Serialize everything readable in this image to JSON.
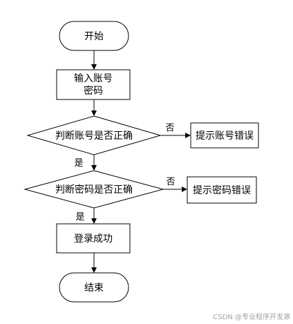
{
  "nodes": {
    "start": "开始",
    "input_line1": "输入账号",
    "input_line2": "密码",
    "check_account": "判断账号是否正确",
    "account_error": "提示账号错误",
    "check_password": "判断密码是否正确",
    "password_error": "提示密码错误",
    "login_success": "登录成功",
    "end": "结束"
  },
  "edges": {
    "account_no": "否",
    "account_yes": "是",
    "password_no": "否",
    "password_yes": "是"
  },
  "watermark": "CSDN @专业程序开发源"
}
